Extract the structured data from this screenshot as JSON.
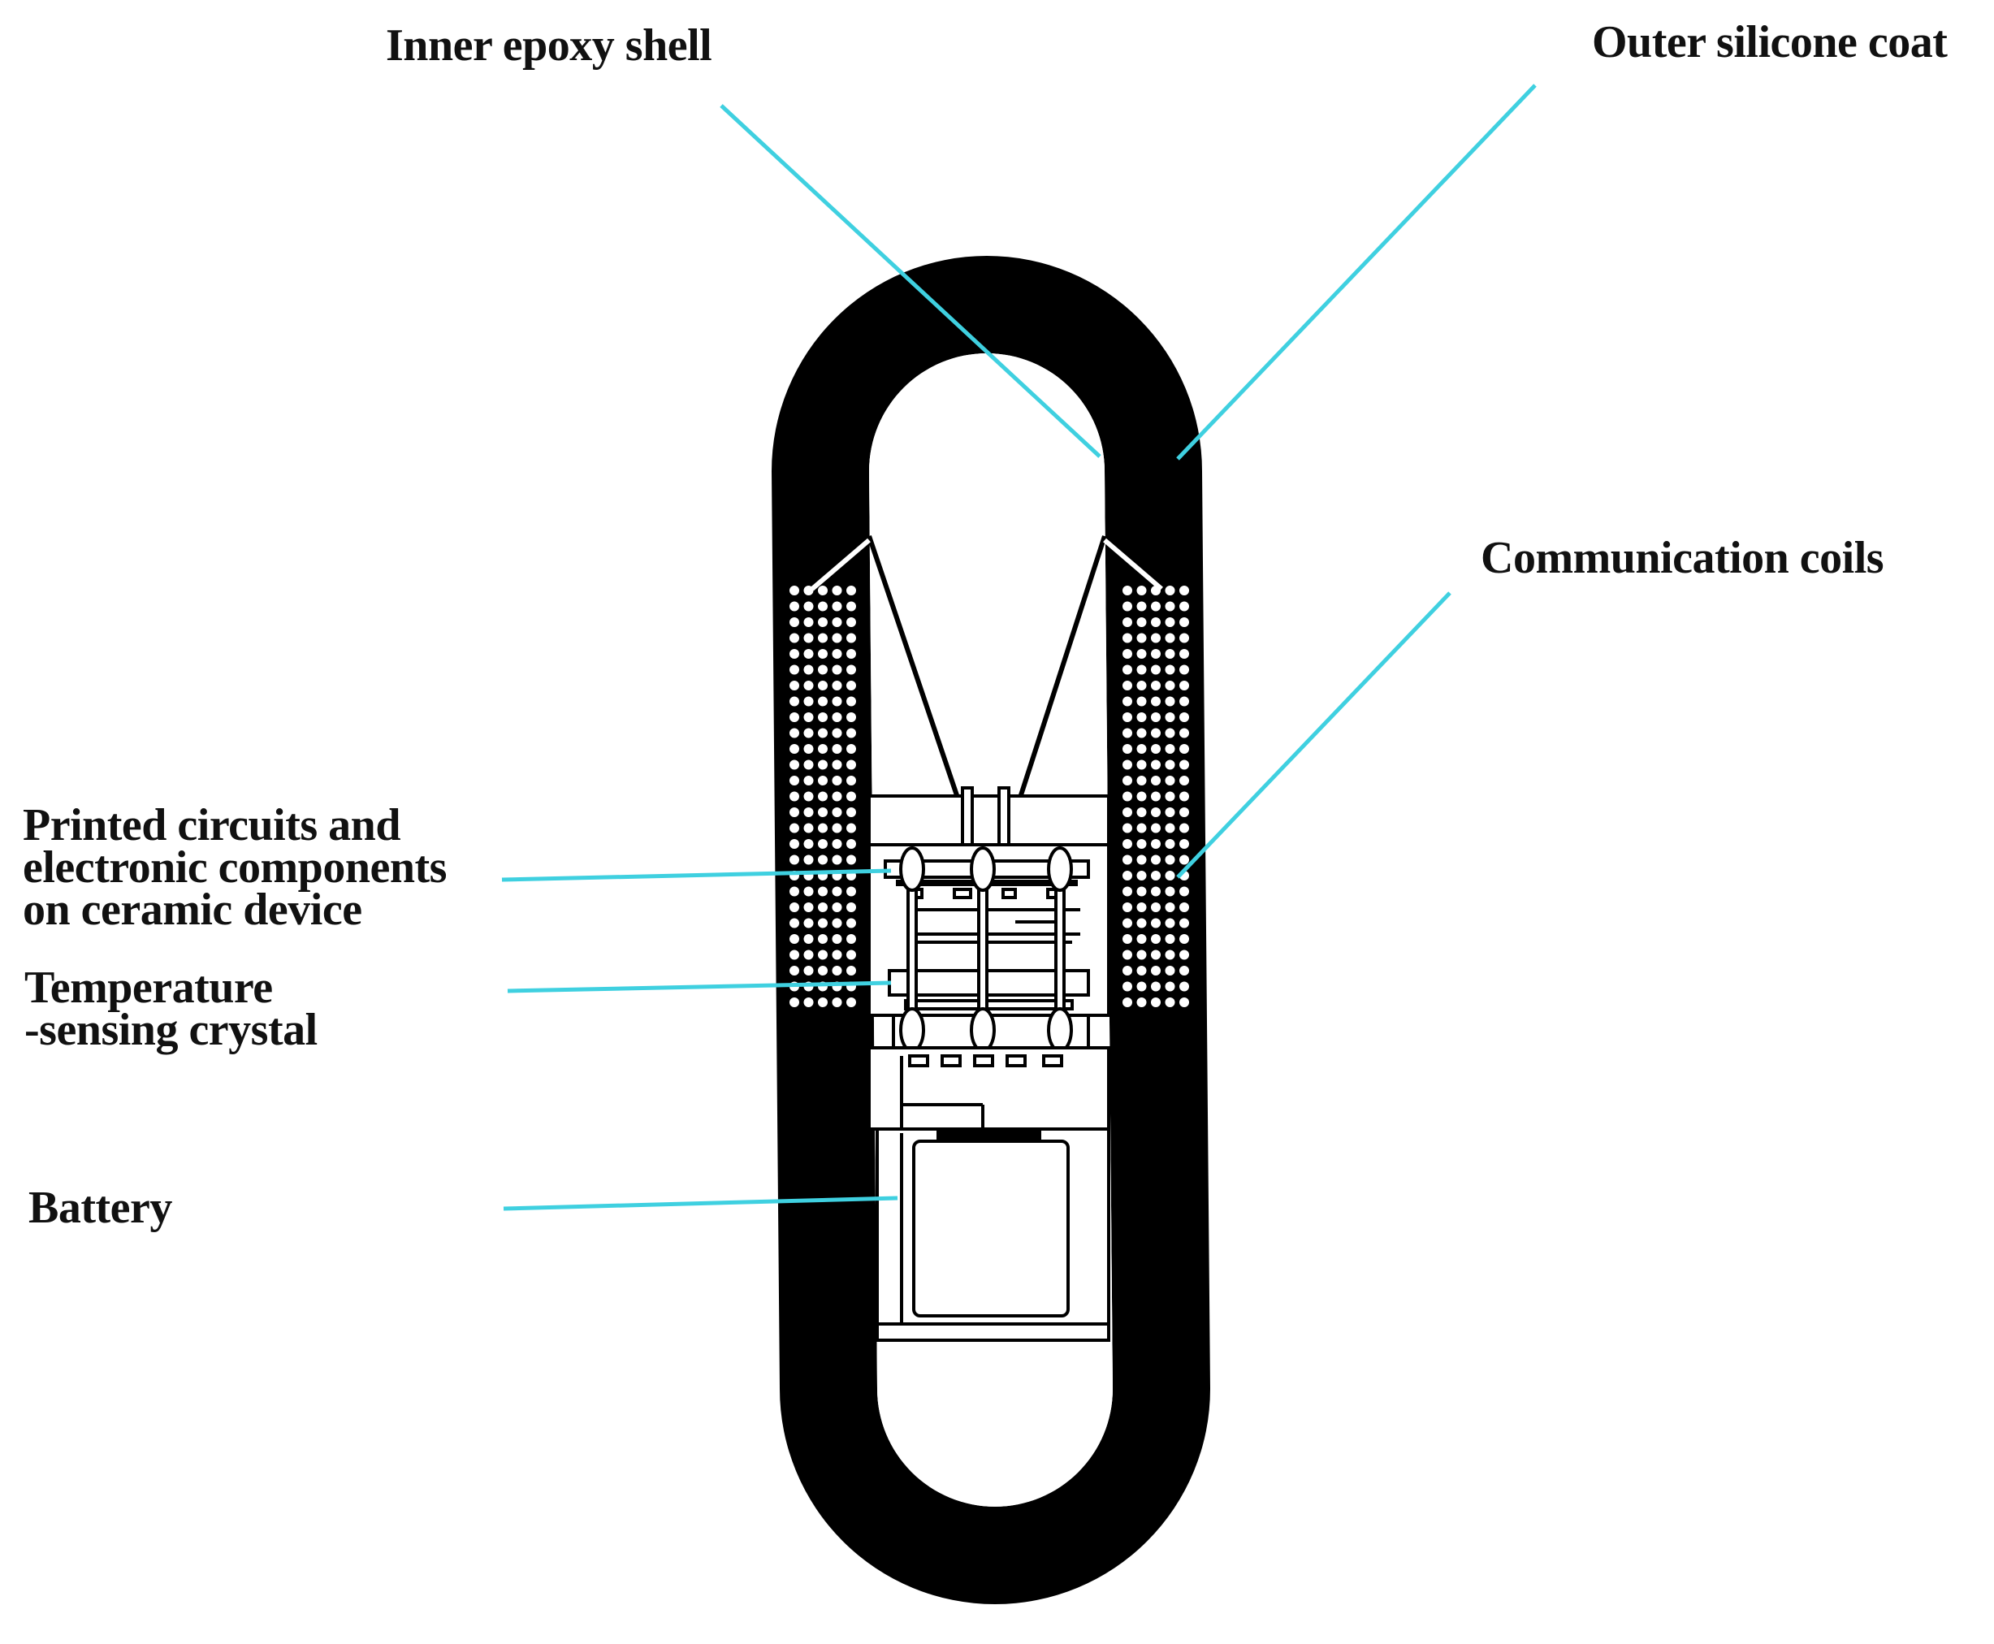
{
  "labels": {
    "inner_epoxy_shell": "Inner epoxy shell",
    "outer_silicone_coat": "Outer silicone coat",
    "communication_coils": "Communication coils",
    "printed_circuits": "Printed circuits and\nelectronic components\non ceramic device",
    "temperature_sensing": "Temperature\n-sensing crystal",
    "battery": "Battery"
  },
  "colors": {
    "leader_line": "#3fd0e0",
    "capsule": "#000000",
    "background": "#ffffff"
  }
}
